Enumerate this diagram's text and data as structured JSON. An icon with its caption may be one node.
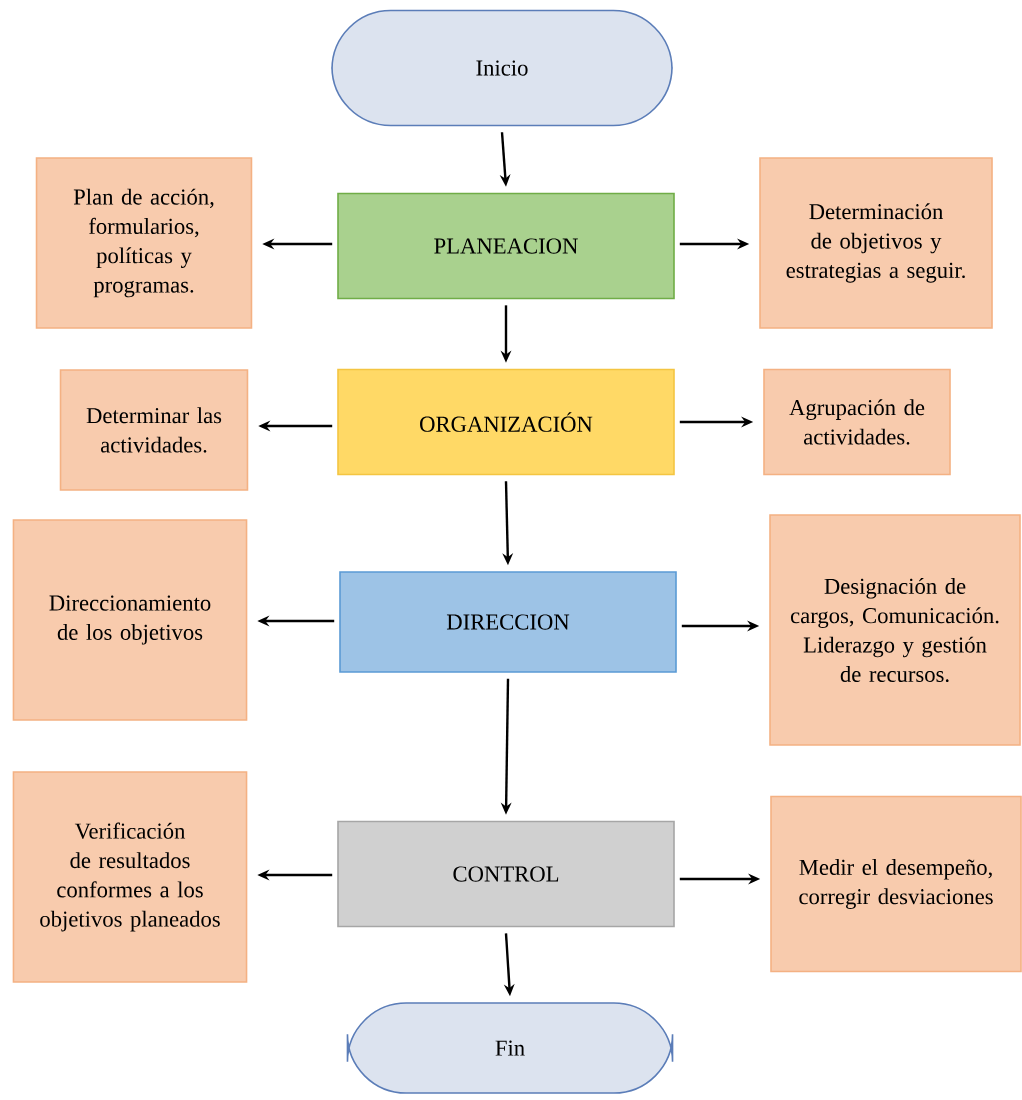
{
  "diagram": {
    "nodes": [
      {
        "text": [
          "Inicio"
        ]
      },
      {
        "text": [
          "Plan de acción, formularios, políticas y programas."
        ]
      },
      {
        "text": [
          "PLANEACION"
        ]
      },
      {
        "text": [
          "Determinación de objetivos y estrategias a seguir."
        ]
      },
      {
        "text": [
          "Determinar las actividades."
        ]
      },
      {
        "text": [
          "ORGANIZACIÓN"
        ]
      },
      {
        "text": [
          "Agrupación de actividades."
        ]
      },
      {
        "text": [
          "Direccionamiento de los objetivos"
        ]
      },
      {
        "text": [
          "DIRECCION"
        ]
      },
      {
        "text": [
          "Designación de cargos, Comunicación. Liderazgo y gestión de recursos."
        ]
      },
      {
        "text": [
          "Verificación de resultados conformes a los objetivos planeados"
        ]
      },
      {
        "text": [
          "CONTROL"
        ]
      },
      {
        "text": [
          "Medir el desempeño, corregir desviaciones"
        ]
      },
      {
        "text": [
          "Fin"
        ]
      }
    ],
    "edges": [
      {
        "from": 0,
        "to": 2,
        "arrow": "to"
      },
      {
        "from": 2,
        "to": 1,
        "arrow": "to"
      },
      {
        "from": 2,
        "to": 3,
        "arrow": "to"
      },
      {
        "from": 2,
        "to": 5,
        "arrow": "to"
      },
      {
        "from": 5,
        "to": 4,
        "arrow": "to"
      },
      {
        "from": 5,
        "to": 6,
        "arrow": "to"
      },
      {
        "from": 5,
        "to": 8,
        "arrow": "to"
      },
      {
        "from": 8,
        "to": 7,
        "arrow": "to"
      },
      {
        "from": 8,
        "to": 9,
        "arrow": "to"
      },
      {
        "from": 8,
        "to": 11,
        "arrow": "to"
      },
      {
        "from": 11,
        "to": 10,
        "arrow": "to"
      },
      {
        "from": 11,
        "to": 12,
        "arrow": "to"
      },
      {
        "from": 11,
        "to": 13,
        "arrow": "to"
      }
    ]
  }
}
